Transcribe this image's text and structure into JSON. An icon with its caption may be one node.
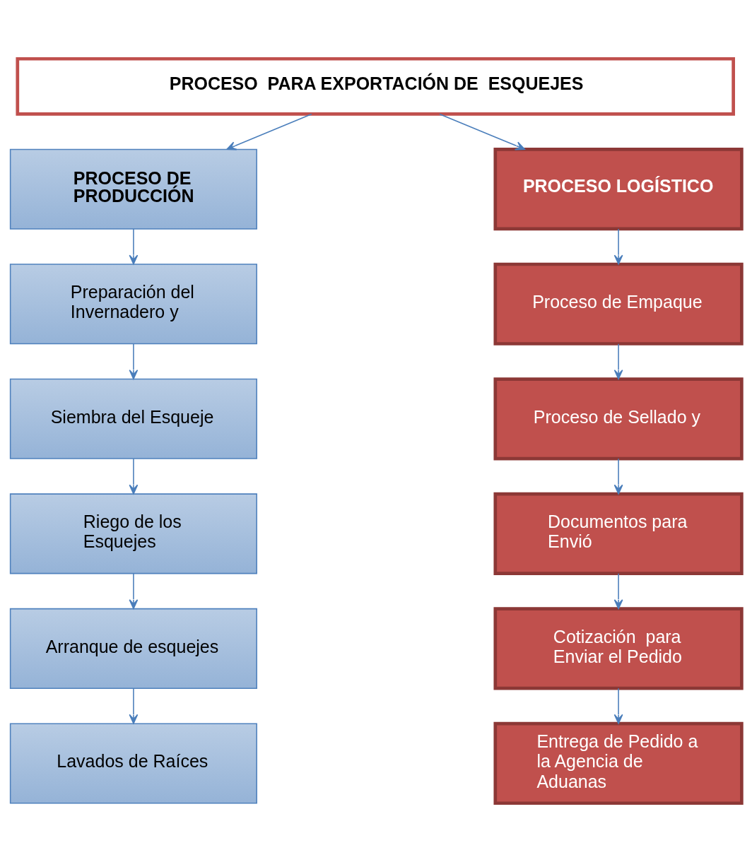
{
  "diagram": {
    "nodes": [
      {
        "text": [
          "PROCESO  PARA EXPORTACIÓN DE  ESQUEJES"
        ]
      },
      {
        "text": [
          "PROCESO DE PRODUCCIÓN"
        ]
      },
      {
        "text": [
          "Preparación del Invernadero y"
        ]
      },
      {
        "text": [
          "Siembra del Esqueje"
        ]
      },
      {
        "text": [
          "Riego de los Esquejes"
        ]
      },
      {
        "text": [
          "Arranque de esquejes"
        ]
      },
      {
        "text": [
          "Lavados de Raíces"
        ]
      },
      {
        "text": [
          "PROCESO LOGÍSTICO"
        ]
      },
      {
        "text": [
          "Proceso de Empaque"
        ]
      },
      {
        "text": [
          "Proceso de Sellado y"
        ]
      },
      {
        "text": [
          "Documentos para Envió"
        ]
      },
      {
        "text": [
          "Cotización  para Enviar el Pedido"
        ]
      },
      {
        "text": [
          "Entrega de Pedido a la Agencia de Aduanas"
        ]
      }
    ],
    "edges": [
      {
        "from": 0,
        "to": 1,
        "arrow": "to"
      },
      {
        "from": 0,
        "to": 7,
        "arrow": "to"
      },
      {
        "from": 1,
        "to": 2,
        "arrow": "to"
      },
      {
        "from": 2,
        "to": 3,
        "arrow": "to"
      },
      {
        "from": 3,
        "to": 4,
        "arrow": "to"
      },
      {
        "from": 4,
        "to": 5,
        "arrow": "to"
      },
      {
        "from": 5,
        "to": 6,
        "arrow": "to"
      },
      {
        "from": 7,
        "to": 8,
        "arrow": "to"
      },
      {
        "from": 8,
        "to": 9,
        "arrow": "to"
      },
      {
        "from": 9,
        "to": 10,
        "arrow": "to"
      },
      {
        "from": 10,
        "to": 11,
        "arrow": "to"
      },
      {
        "from": 11,
        "to": 12,
        "arrow": "to"
      }
    ]
  }
}
